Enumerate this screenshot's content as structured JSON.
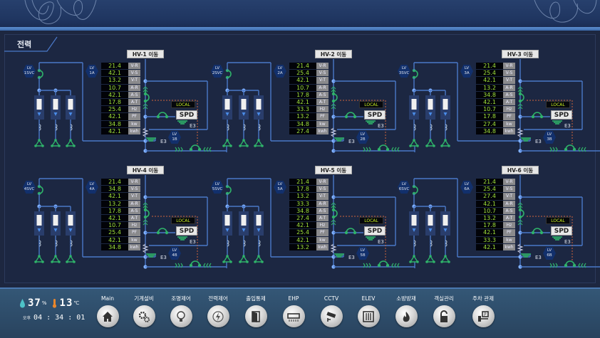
{
  "panel": {
    "title": "전력"
  },
  "sections": [
    {
      "hv_label": "HV-1 이동",
      "lv_svc": [
        "LV",
        "1SVC"
      ],
      "lv_a": [
        "LV",
        "1A"
      ],
      "lv_b": [
        "LV",
        "1B"
      ],
      "values": [
        "21.4",
        "42.1",
        "13.2",
        "10.7",
        "42.1",
        "17.8",
        "25.4",
        "42.1",
        "34.8",
        "42.1"
      ]
    },
    {
      "hv_label": "HV-2 이동",
      "lv_svc": [
        "LV",
        "2SVC"
      ],
      "lv_a": [
        "LV",
        "2A"
      ],
      "lv_b": [
        "LV",
        "2B"
      ],
      "values": [
        "21.4",
        "25.4",
        "42.1",
        "10.7",
        "17.8",
        "42.1",
        "33.3",
        "13.2",
        "34.8",
        "27.4"
      ]
    },
    {
      "hv_label": "HV-3 이동",
      "lv_svc": [
        "LV",
        "3SVC"
      ],
      "lv_a": [
        "LV",
        "3A"
      ],
      "lv_b": [
        "LV",
        "3B"
      ],
      "values": [
        "21.4",
        "25.4",
        "42.1",
        "13.2",
        "34.8",
        "42.1",
        "10.7",
        "17.8",
        "27.4",
        "34.8"
      ]
    },
    {
      "hv_label": "HV-4 이동",
      "lv_svc": [
        "LV",
        "4SVC"
      ],
      "lv_a": [
        "LV",
        "4A"
      ],
      "lv_b": [
        "LV",
        "4B"
      ],
      "values": [
        "21.4",
        "34.8",
        "42.1",
        "13.2",
        "17.8",
        "42.1",
        "10.7",
        "25.4",
        "42.1",
        "34.8"
      ]
    },
    {
      "hv_label": "HV-5 이동",
      "lv_svc": [
        "LV",
        "5SVC"
      ],
      "lv_a": [
        "LV",
        "5A"
      ],
      "lv_b": [
        "LV",
        "5B"
      ],
      "values": [
        "21.4",
        "17.8",
        "13.2",
        "33.3",
        "34.8",
        "27.4",
        "42.1",
        "25.4",
        "42.1",
        "13.2"
      ]
    },
    {
      "hv_label": "HV-6 이동",
      "lv_svc": [
        "LV",
        "6SVC"
      ],
      "lv_a": [
        "LV",
        "6A"
      ],
      "lv_b": [
        "LV",
        "6B"
      ],
      "values": [
        "21.4",
        "25.4",
        "27.4",
        "42.1",
        "10.7",
        "13.2",
        "17.8",
        "42.1",
        "33.3",
        "42.1"
      ]
    }
  ],
  "meter_labels": [
    "V-R",
    "V-S",
    "V-T",
    "A-R",
    "A-S",
    "A-T",
    "Hz",
    "PF",
    "kw",
    "kwh"
  ],
  "local_label": "LOCAL",
  "spd_label": "SPD",
  "ground_label": "E3",
  "env": {
    "humidity": "37",
    "humidity_unit": "%",
    "temperature": "13",
    "temperature_unit": "℃"
  },
  "clock": {
    "ampm": "오후",
    "time": "04 : 34 : 01"
  },
  "nav": [
    {
      "label": "Main",
      "icon": "home-icon"
    },
    {
      "label": "기계설비",
      "icon": "gears-icon"
    },
    {
      "label": "조명제어",
      "icon": "lightbulb-icon"
    },
    {
      "label": "전력제어",
      "icon": "power-icon"
    },
    {
      "label": "출입통제",
      "icon": "door-icon"
    },
    {
      "label": "EHP",
      "icon": "air-conditioner-icon"
    },
    {
      "label": "CCTV",
      "icon": "cctv-icon"
    },
    {
      "label": "ELEV",
      "icon": "elevator-icon"
    },
    {
      "label": "소방방재",
      "icon": "fire-icon"
    },
    {
      "label": "객실관리",
      "icon": "lock-icon"
    },
    {
      "label": "주차 관제",
      "icon": "parking-icon"
    }
  ],
  "colors": {
    "meter_value": "#9ee03a",
    "line": "#4a78c8",
    "equipment": "#2fb36a",
    "dashed": "#d0643c",
    "local": "#c8f020"
  }
}
